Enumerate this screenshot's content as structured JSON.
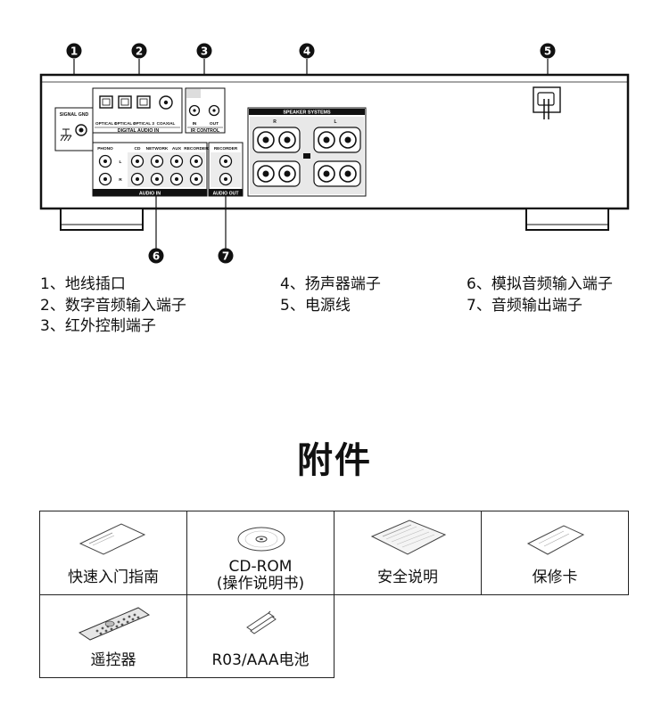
{
  "panel": {
    "callouts": [
      "1",
      "2",
      "3",
      "4",
      "5",
      "6",
      "7"
    ],
    "signal_gnd": "SIGNAL GND",
    "optical1": "OPTICAL 1",
    "optical2": "OPTICAL 2",
    "optical3": "OPTICAL 3",
    "coaxial": "COAXIAL",
    "digital_audio_in": "DIGITAL AUDIO IN",
    "ir_in": "IN",
    "ir_out": "OUT",
    "ir_control": "IR CONTROL",
    "speaker_systems": "SPEAKER SYSTEMS",
    "phono": "PHONO",
    "cd": "CD",
    "network": "NETWORK",
    "aux": "AUX",
    "recorder": "RECORDER",
    "audio_in": "AUDIO IN",
    "recorder2": "RECORDER",
    "audio_out": "AUDIO OUT",
    "l": "L",
    "r": "R"
  },
  "legend": {
    "col1": [
      "1、地线插口",
      "2、数字音频输入端子",
      "3、红外控制端子"
    ],
    "col2": [
      "4、扬声器端子",
      "5、电源线"
    ],
    "col3": [
      "6、模拟音频输入端子",
      "7、音频输出端子"
    ]
  },
  "accessories": {
    "title": "附件",
    "items": [
      {
        "label": "快速入门指南",
        "icon": "quick-start-guide-icon"
      },
      {
        "label": "CD-ROM",
        "label2": "(操作说明书)",
        "icon": "cd-rom-icon"
      },
      {
        "label": "安全说明",
        "icon": "safety-instructions-icon"
      },
      {
        "label": "保修卡",
        "icon": "warranty-card-icon"
      },
      {
        "label": "遥控器",
        "icon": "remote-control-icon"
      },
      {
        "label": "R03/AAA电池",
        "icon": "aaa-battery-icon"
      }
    ]
  }
}
